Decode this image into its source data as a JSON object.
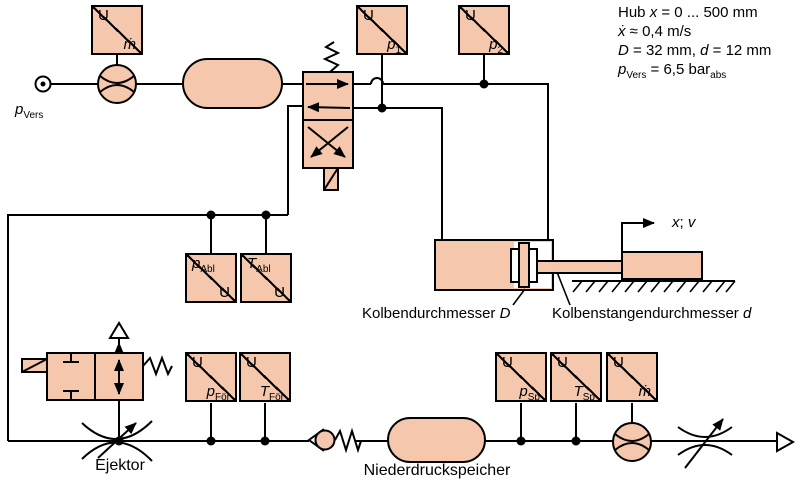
{
  "colors": {
    "component_fill": "#f5c7ac",
    "line": "#000000",
    "background": "#ffffff"
  },
  "info_block": {
    "lines": [
      [
        {
          "t": "Hub "
        },
        {
          "t": "x",
          "i": 1
        },
        {
          "t": " = 0 ... 500 mm"
        }
      ],
      [
        {
          "t": "ẋ",
          "i": 1
        },
        {
          "t": " ≈ 0,4 m/s"
        }
      ],
      [
        {
          "t": "D",
          "i": 1
        },
        {
          "t": " = 32 mm, "
        },
        {
          "t": "d",
          "i": 1
        },
        {
          "t": " = 12 mm"
        }
      ],
      [
        {
          "t": "p",
          "i": 1
        },
        {
          "t": "Vers",
          "sub": 1
        },
        {
          "t": " = 6,5 bar"
        },
        {
          "t": "abs",
          "sub": 1
        }
      ]
    ]
  },
  "labels": {
    "p_vers": [
      {
        "t": "p",
        "i": 1
      },
      {
        "t": "Vers",
        "sub": 1
      }
    ],
    "ejektor": "Ejektor",
    "niederdruckspeicher": "Niederdruckspeicher",
    "kolben_d": [
      {
        "t": "Kolbendurchmesser "
      },
      {
        "t": "D",
        "i": 1
      }
    ],
    "kolbenstange_d": [
      {
        "t": "Kolbenstangendurchmesser "
      },
      {
        "t": "d",
        "i": 1
      }
    ],
    "xv": [
      {
        "t": "x",
        "i": 1
      },
      {
        "t": "; "
      },
      {
        "t": "v",
        "i": 1
      }
    ]
  },
  "sensors": [
    {
      "name": "flow-rate-supply",
      "top": [
        {
          "t": "U"
        }
      ],
      "bottom": [
        {
          "t": "ṁ",
          "i": 1
        }
      ]
    },
    {
      "name": "pressure-p1",
      "top": [
        {
          "t": "U"
        }
      ],
      "bottom": [
        {
          "t": "p",
          "i": 1
        },
        {
          "t": "1",
          "sub": 1
        }
      ]
    },
    {
      "name": "pressure-p2",
      "top": [
        {
          "t": "U"
        }
      ],
      "bottom": [
        {
          "t": "p",
          "i": 1
        },
        {
          "t": "2",
          "sub": 1
        }
      ]
    },
    {
      "name": "pressure-abluft",
      "top": [
        {
          "t": "p",
          "i": 1
        },
        {
          "t": "Abl",
          "sub": 1
        }
      ],
      "bottom": [
        {
          "t": "U"
        }
      ]
    },
    {
      "name": "temperature-abluft",
      "top": [
        {
          "t": "T",
          "i": 1
        },
        {
          "t": "Abl",
          "sub": 1
        }
      ],
      "bottom": [
        {
          "t": "U"
        }
      ]
    },
    {
      "name": "pressure-foerder",
      "top": [
        {
          "t": "U"
        }
      ],
      "bottom": [
        {
          "t": "p",
          "i": 1
        },
        {
          "t": "För",
          "sub": 1
        }
      ]
    },
    {
      "name": "temperature-foerder",
      "top": [
        {
          "t": "U"
        }
      ],
      "bottom": [
        {
          "t": "T",
          "i": 1
        },
        {
          "t": "För",
          "sub": 1
        }
      ]
    },
    {
      "name": "pressure-speicher",
      "top": [
        {
          "t": "U"
        }
      ],
      "bottom": [
        {
          "t": "p",
          "i": 1
        },
        {
          "t": "Sp",
          "sub": 1
        }
      ]
    },
    {
      "name": "temperature-speicher",
      "top": [
        {
          "t": "U"
        }
      ],
      "bottom": [
        {
          "t": "T",
          "i": 1
        },
        {
          "t": "Sp",
          "sub": 1
        }
      ]
    },
    {
      "name": "flow-rate-speicher",
      "top": [
        {
          "t": "U"
        }
      ],
      "bottom": [
        {
          "t": "ṁ",
          "i": 1
        }
      ]
    }
  ]
}
